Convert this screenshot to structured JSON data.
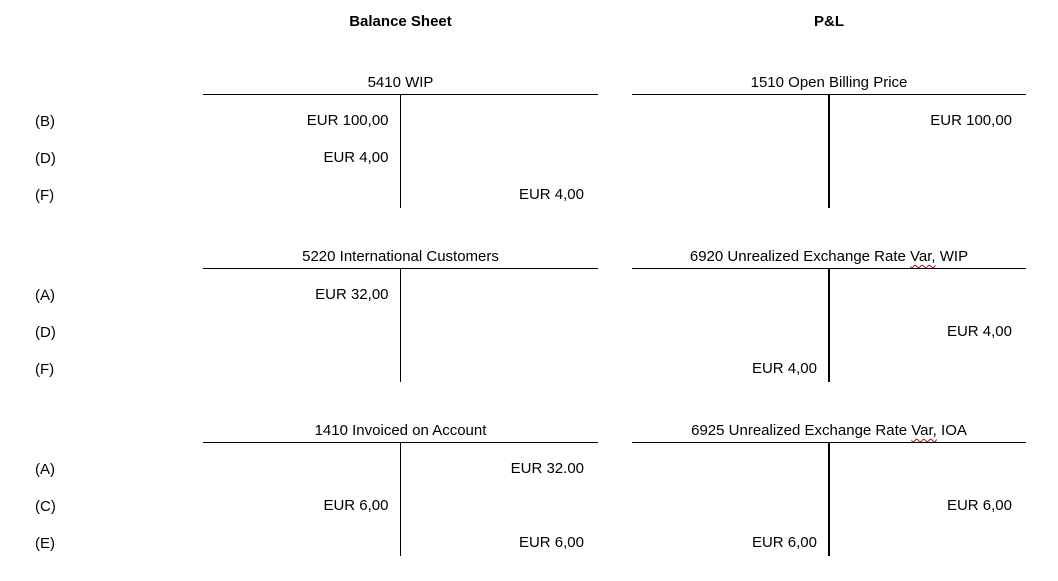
{
  "colors": {
    "background": "#ffffff",
    "text": "#000000",
    "spellcheck_squiggle": "#c00000",
    "rule_lines": "#000000"
  },
  "headers": {
    "balance_sheet": "Balance Sheet",
    "pnl": "P&L"
  },
  "rows": [
    {
      "labels": [
        "(B)",
        "(D)",
        "(F)"
      ],
      "left_account": {
        "title_pre": "5410 WIP",
        "title_squiggle": "",
        "title_post": "",
        "entries": [
          {
            "debit": "EUR 100,00",
            "credit": ""
          },
          {
            "debit": "EUR 4,00",
            "credit": ""
          },
          {
            "debit": "",
            "credit": "EUR 4,00"
          }
        ]
      },
      "right_account": {
        "title_pre": "1510 Open Billing Price",
        "title_squiggle": "",
        "title_post": "",
        "entries": [
          {
            "debit": "",
            "credit": "EUR 100,00"
          },
          {
            "debit": "",
            "credit": ""
          },
          {
            "debit": "",
            "credit": ""
          }
        ]
      }
    },
    {
      "labels": [
        "(A)",
        "(D)",
        "(F)"
      ],
      "left_account": {
        "title_pre": "5220 International Customers",
        "title_squiggle": "",
        "title_post": "",
        "entries": [
          {
            "debit": "EUR 32,00",
            "credit": ""
          },
          {
            "debit": "",
            "credit": ""
          },
          {
            "debit": "",
            "credit": ""
          }
        ]
      },
      "right_account": {
        "title_pre": "6920 Unrealized Exchange Rate ",
        "title_squiggle": "Var,",
        "title_post": " WIP",
        "entries": [
          {
            "debit": "",
            "credit": ""
          },
          {
            "debit": "",
            "credit": "EUR 4,00"
          },
          {
            "debit": "EUR 4,00",
            "credit": ""
          }
        ]
      }
    },
    {
      "labels": [
        "(A)",
        "(C)",
        "(E)"
      ],
      "left_account": {
        "title_pre": "1410 Invoiced on Account",
        "title_squiggle": "",
        "title_post": "",
        "entries": [
          {
            "debit": "",
            "credit": "EUR 32.00"
          },
          {
            "debit": "EUR 6,00",
            "credit": ""
          },
          {
            "debit": "",
            "credit": "EUR 6,00"
          }
        ]
      },
      "right_account": {
        "title_pre": "6925 Unrealized Exchange Rate ",
        "title_squiggle": "Var,",
        "title_post": " IOA",
        "entries": [
          {
            "debit": "",
            "credit": ""
          },
          {
            "debit": "",
            "credit": "EUR 6,00"
          },
          {
            "debit": "EUR 6,00",
            "credit": ""
          }
        ]
      }
    }
  ]
}
